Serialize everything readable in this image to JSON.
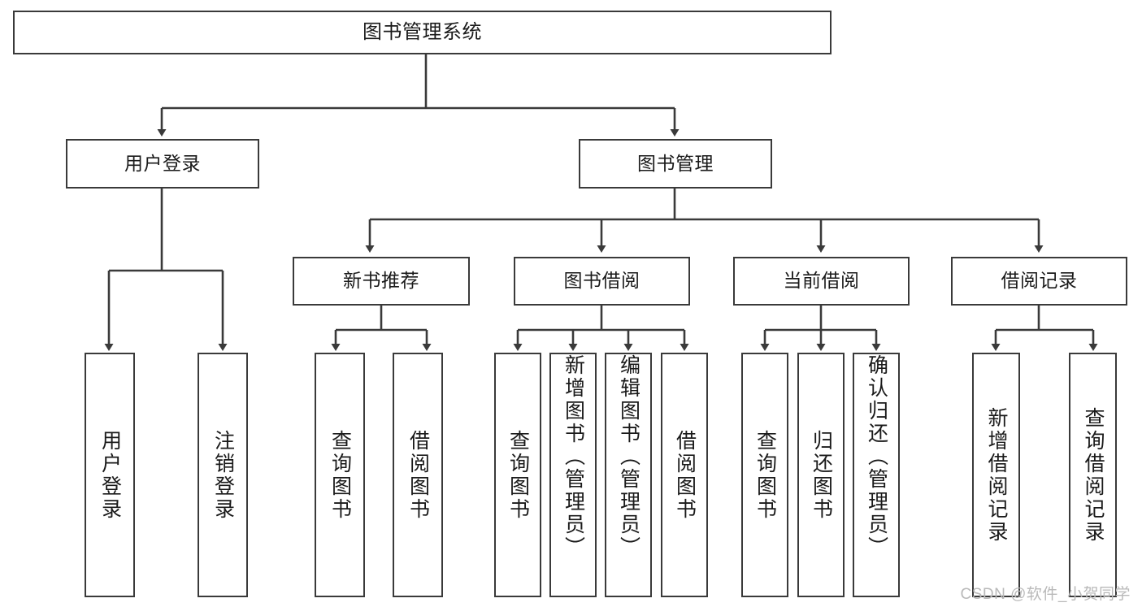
{
  "diagram": {
    "title": "图书管理系统",
    "watermark": "CSDN @软件_小贺同学",
    "colors": {
      "stroke": "#3a3a3a",
      "box_fill": "#ffffff",
      "text": "#1a1a1a",
      "watermark": "#b9b9b9",
      "background": "#ffffff"
    },
    "root": {
      "label": "图书管理系统"
    },
    "level2": [
      {
        "label": "用户登录"
      },
      {
        "label": "图书管理"
      }
    ],
    "level3": [
      {
        "label": "新书推荐"
      },
      {
        "label": "图书借阅"
      },
      {
        "label": "当前借阅"
      },
      {
        "label": "借阅记录"
      }
    ],
    "leaves": {
      "user_login": [
        {
          "label": "用户登录"
        },
        {
          "label": "注销登录"
        }
      ],
      "new_book_recommend": [
        {
          "label": "查询图书"
        },
        {
          "label": "借阅图书"
        }
      ],
      "book_borrow": [
        {
          "label": "查询图书"
        },
        {
          "label": "新增图书（管理员）"
        },
        {
          "label": "编辑图书（管理员）"
        },
        {
          "label": "借阅图书"
        }
      ],
      "current_borrow": [
        {
          "label": "查询图书"
        },
        {
          "label": "归还图书"
        },
        {
          "label": "确认归还（管理员）"
        }
      ],
      "borrow_record": [
        {
          "label": "新增借阅记录"
        },
        {
          "label": "查询借阅记录"
        }
      ]
    }
  }
}
